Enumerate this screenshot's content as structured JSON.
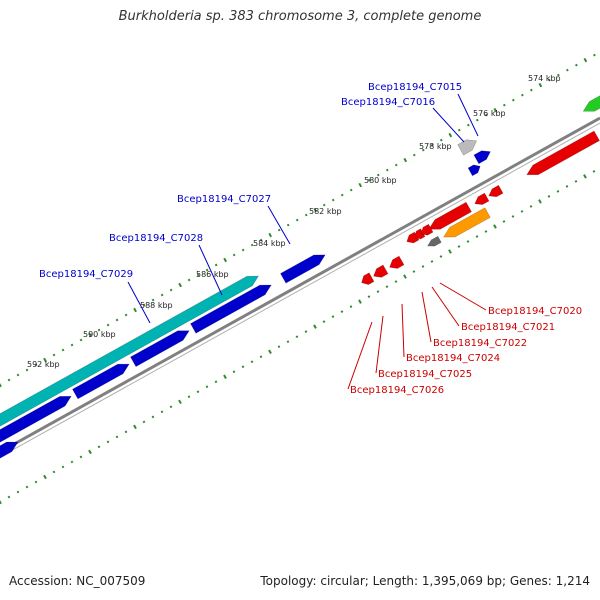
{
  "title": "Burkholderia sp. 383 chromosome 3, complete genome",
  "footer": {
    "accession": "Accession: NC_007509",
    "summary": "Topology: circular; Length: 1,395,069 bp; Genes: 1,214"
  },
  "colors": {
    "forward_ruler_tick": "#2e8b2e",
    "backbone": "#808080",
    "cds_blue": "#0000cc",
    "cds_cyan": "#00b3b3",
    "cds_red": "#e60000",
    "cds_orange": "#ff9900",
    "cds_gray": "#bbbbbb",
    "cds_green": "#22cc22",
    "label_forward": "#0000cc",
    "label_reverse": "#cc0000"
  },
  "ruler": {
    "unit": "kbp",
    "labels": [
      "574 kbp",
      "576 kbp",
      "578 kbp",
      "580 kbp",
      "582 kbp",
      "584 kbp",
      "586 kbp",
      "588 kbp",
      "590 kbp",
      "592 kbp"
    ]
  },
  "gene_labels": {
    "forward": [
      "Bcep18194_C7015",
      "Bcep18194_C7016",
      "Bcep18194_C7027",
      "Bcep18194_C7028",
      "Bcep18194_C7029"
    ],
    "reverse": [
      "Bcep18194_C7020",
      "Bcep18194_C7021",
      "Bcep18194_C7022",
      "Bcep18194_C7024",
      "Bcep18194_C7025",
      "Bcep18194_C7026"
    ]
  }
}
